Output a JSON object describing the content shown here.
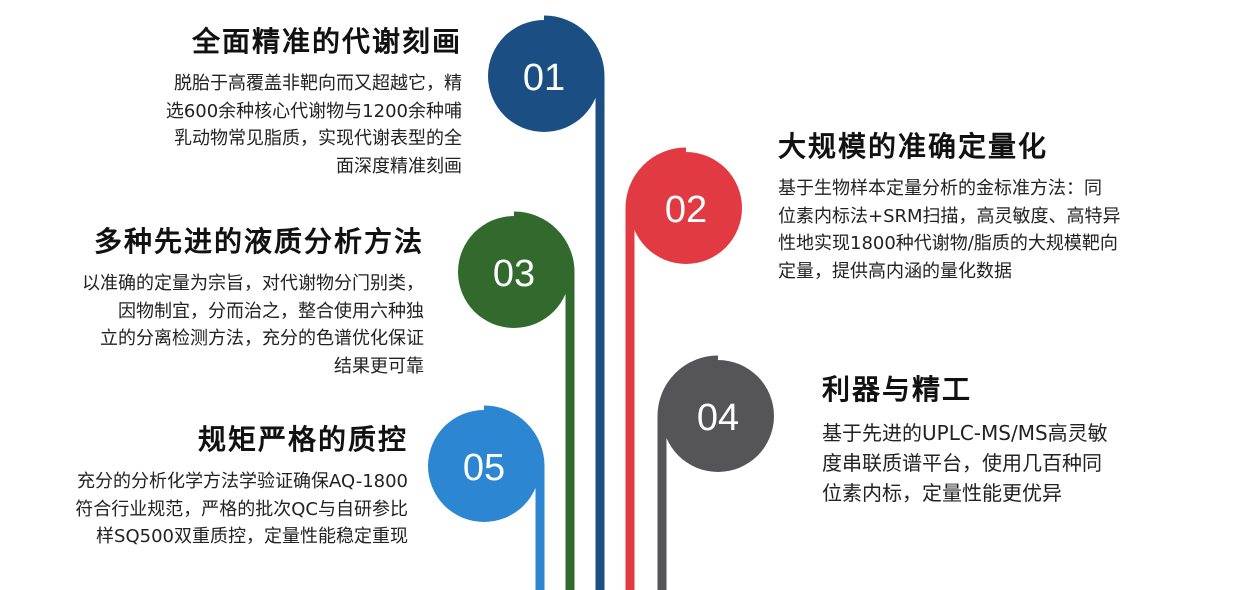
{
  "items": [
    {
      "num": "01",
      "title": "全面精准的代谢刻画",
      "lines": [
        "脱胎于高覆盖非靶向而又超越它，精",
        "选600余种核心代谢物与1200余种哺",
        "乳动物常见脂质，实现代谢表型的全",
        "面深度精准刻画"
      ],
      "color": "#1b4f83"
    },
    {
      "num": "02",
      "title": "大规模的准确定量化",
      "lines": [
        "基于生物样本定量分析的金标准方法：同",
        "位素内标法+SRM扫描，高灵敏度、高特异",
        "性地实现1800种代谢物/脂质的大规模靶向",
        "定量，提供高内涵的量化数据"
      ],
      "color": "#e23a42"
    },
    {
      "num": "03",
      "title": "多种先进的液质分析方法",
      "lines": [
        "以准确的定量为宗旨，对代谢物分门别类，",
        "因物制宜，分而治之，整合使用六种独",
        "立的分离检测方法，充分的色谱优化保证",
        "结果更可靠"
      ],
      "color": "#326a2d"
    },
    {
      "num": "04",
      "title": "利器与精工",
      "lines": [
        "基于先进的UPLC-MS/MS高灵敏",
        "度串联质谱平台，使用几百种同",
        "位素内标，定量性能更优异"
      ],
      "color": "#555557"
    },
    {
      "num": "05",
      "title": "规矩严格的质控",
      "lines": [
        "充分的分析化学方法学验证确保AQ-1800",
        "符合行业规范，严格的批次QC与自研参比",
        "样SQ500双重质控，定量性能稳定重现"
      ],
      "color": "#2c86d1"
    }
  ]
}
